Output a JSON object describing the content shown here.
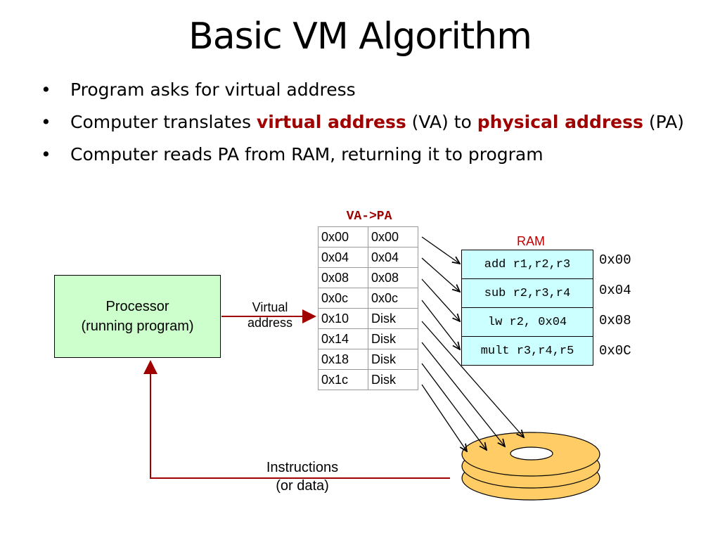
{
  "title": "Basic VM Algorithm",
  "bullets": [
    {
      "text": "Program asks for virtual address"
    },
    {
      "pre": "Computer translates ",
      "hl1": "virtual address",
      "mid": " (VA) to ",
      "hl2": "physical address",
      "post": " (PA)"
    },
    {
      "text": "Computer reads PA from RAM, returning it to program"
    }
  ],
  "table": {
    "title": "VA->PA",
    "rows": [
      [
        "0x00",
        "0x00"
      ],
      [
        "0x04",
        "0x04"
      ],
      [
        "0x08",
        "0x08"
      ],
      [
        "0x0c",
        "0x0c"
      ],
      [
        "0x10",
        "Disk"
      ],
      [
        "0x14",
        "Disk"
      ],
      [
        "0x18",
        "Disk"
      ],
      [
        "0x1c",
        "Disk"
      ]
    ]
  },
  "processor": {
    "line1": "Processor",
    "line2": "(running program)"
  },
  "virtual_label": {
    "line1": "Virtual",
    "line2": "address"
  },
  "ram": {
    "label": "RAM",
    "cells": [
      "add r1,r2,r3",
      "sub r2,r3,r4",
      "lw r2, 0x04",
      "mult r3,r4,r5"
    ],
    "addresses": [
      "0x00",
      "0x04",
      "0x08",
      "0x0C"
    ]
  },
  "instructions_label": {
    "line1": "Instructions",
    "line2": "(or data)"
  },
  "colors": {
    "arrow_red": "#a00000",
    "processor_fill": "#ccffcc",
    "ram_fill": "#ccffff",
    "disk_fill": "#ffcc66"
  }
}
